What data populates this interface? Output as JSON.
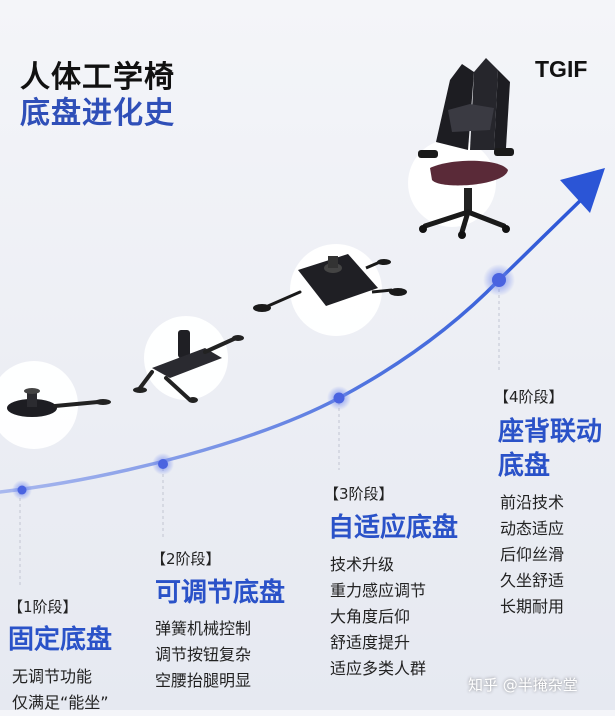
{
  "title": {
    "line1": "人体工学椅",
    "line2": "底盘进化史"
  },
  "brand": "TGIF",
  "colors": {
    "accent": "#2a52c8",
    "curve": "#3a63d8",
    "dot": "#4a63e0"
  },
  "stages": [
    {
      "label": "【1阶段】",
      "title": "固定底盘",
      "features": [
        "无调节功能",
        "仅满足“能坐”"
      ]
    },
    {
      "label": "【2阶段】",
      "title": "可调节底盘",
      "features": [
        "弹簧机械控制",
        "调节按钮复杂",
        "空腰抬腿明显"
      ]
    },
    {
      "label": "【3阶段】",
      "title": "自适应底盘",
      "features": [
        "技术升级",
        "重力感应调节",
        "大角度后仰",
        "舒适度提升",
        "适应多类人群"
      ]
    },
    {
      "label": "【4阶段】",
      "title": [
        "座背联动",
        "底盘"
      ],
      "features": [
        "前沿技术",
        "动态适应",
        "后仰丝滑",
        "久坐舒适",
        "长期耐用"
      ]
    }
  ],
  "watermark": "知乎 @半掩杂堂"
}
